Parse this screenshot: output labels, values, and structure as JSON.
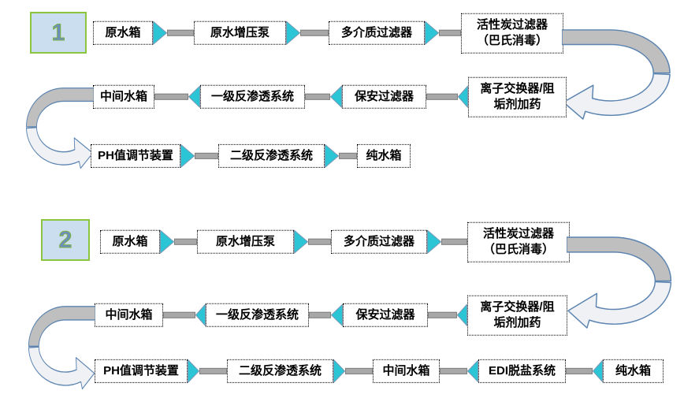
{
  "diagram1": {
    "number": "1",
    "row1": {
      "n1": "原水箱",
      "n2": "原水增压泵",
      "n3": "多介质过滤器",
      "n4_line1": "活性炭过滤器",
      "n4_line2": "（巴氏消毒）"
    },
    "row2": {
      "n5": "中间水箱",
      "n6": "一级反渗透系统",
      "n7": "保安过滤器",
      "n8_line1": "离子交换器/阻",
      "n8_line2": "垢剂加药"
    },
    "row3": {
      "n9": "PH值调节装置",
      "n10": "二级反渗透系统",
      "n11": "纯水箱"
    }
  },
  "diagram2": {
    "number": "2",
    "row1": {
      "n1": "原水箱",
      "n2": "原水增压泵",
      "n3": "多介质过滤器",
      "n4_line1": "活性炭过滤器",
      "n4_line2": "（巴氏消毒）"
    },
    "row2": {
      "n5": "中间水箱",
      "n6": "一级反渗透系统",
      "n7": "保安过滤器",
      "n8_line1": "离子交换器/阻",
      "n8_line2": "垢剂加药"
    },
    "row3": {
      "n9": "PH值调节装置",
      "n10": "二级反渗透系统",
      "n11": "中间水箱",
      "n12": "EDI脱盐系统",
      "n13": "纯水箱"
    }
  },
  "icons": {
    "flow_right": "arrow-right-icon",
    "flow_left": "arrow-left-icon",
    "curve_right": "curved-u-turn-down-left-icon",
    "curve_left": "curved-u-turn-down-right-icon"
  },
  "colors": {
    "flow_arrow_fill": "#2BC5D6",
    "flow_arrow_outline": "#7B9AB5",
    "connector_fill": "#A8A8A8",
    "connector_outline": "#7F7F7F",
    "curve_band_fill": "#BFBFBF",
    "curve_ribbon_fill": "#EFF1F5",
    "curve_outline": "#5B84B1",
    "step_box_fill": "#CBDEF0",
    "step_box_border": "#8CC63F",
    "step_number_color": "#6C8EBF",
    "node_border": "#000000",
    "background": "#FFFFFF"
  }
}
